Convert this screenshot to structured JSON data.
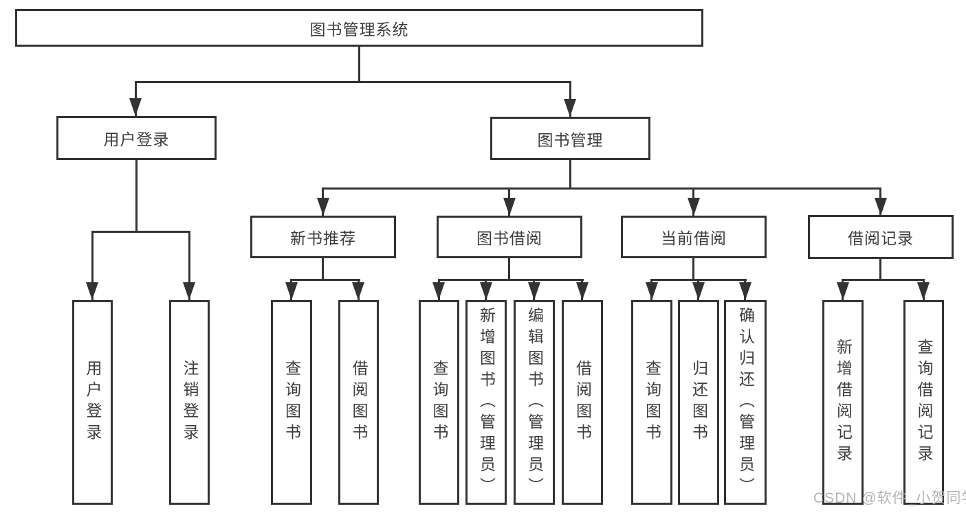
{
  "tree": {
    "root": "图书管理系统",
    "branches": [
      {
        "label": "用户登录",
        "children": [
          "用户登录",
          "注销登录"
        ]
      },
      {
        "label": "图书管理",
        "children": [
          {
            "label": "新书推荐",
            "children": [
              "查询图书",
              "借阅图书"
            ]
          },
          {
            "label": "图书借阅",
            "children": [
              "查询图书",
              "新增图书（管理员）",
              "编辑图书（管理员）",
              "借阅图书"
            ]
          },
          {
            "label": "当前借阅",
            "children": [
              "查询图书",
              "归还图书",
              "确认归还（管理员）"
            ]
          },
          {
            "label": "借阅记录",
            "children": [
              "新增借阅记录",
              "查询借阅记录"
            ]
          }
        ]
      }
    ]
  },
  "watermark": "CSDN @软件_小贺同学",
  "colors": {
    "line": "#333333",
    "text": "#3d3d3d",
    "watermark": "#b4b4b4",
    "background": "#ffffff"
  }
}
